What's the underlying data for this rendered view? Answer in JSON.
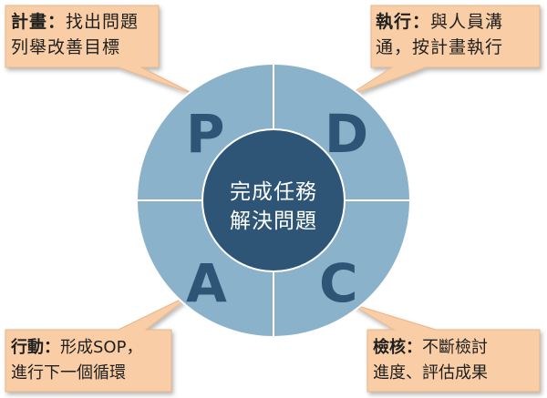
{
  "center": {
    "line1": "完成任務",
    "line2": "解決問題"
  },
  "quadrants": [
    {
      "letter": "P",
      "label": "計畫：",
      "line1_rest": "找出問題",
      "line2": "列舉改善目標"
    },
    {
      "letter": "D",
      "label": "執行：",
      "line1_rest": "與人員溝",
      "line2": "通，按計畫執行"
    },
    {
      "letter": "A",
      "label": "行動：",
      "line1_rest": "形成SOP，",
      "line2": "進行下一個循環"
    },
    {
      "letter": "C",
      "label": "檢核：",
      "line1_rest": "不斷檢討",
      "line2": "進度、評估成果"
    }
  ],
  "colors": {
    "callout_fill": "#f9cea6",
    "callout_stroke": "#e6b68a",
    "outer_ring": "#8ab3cb",
    "outer_ring_stroke": "#ffffff",
    "inner_circle": "#2e5576",
    "letter": "#2e5576",
    "center_text": "#ffffff"
  }
}
